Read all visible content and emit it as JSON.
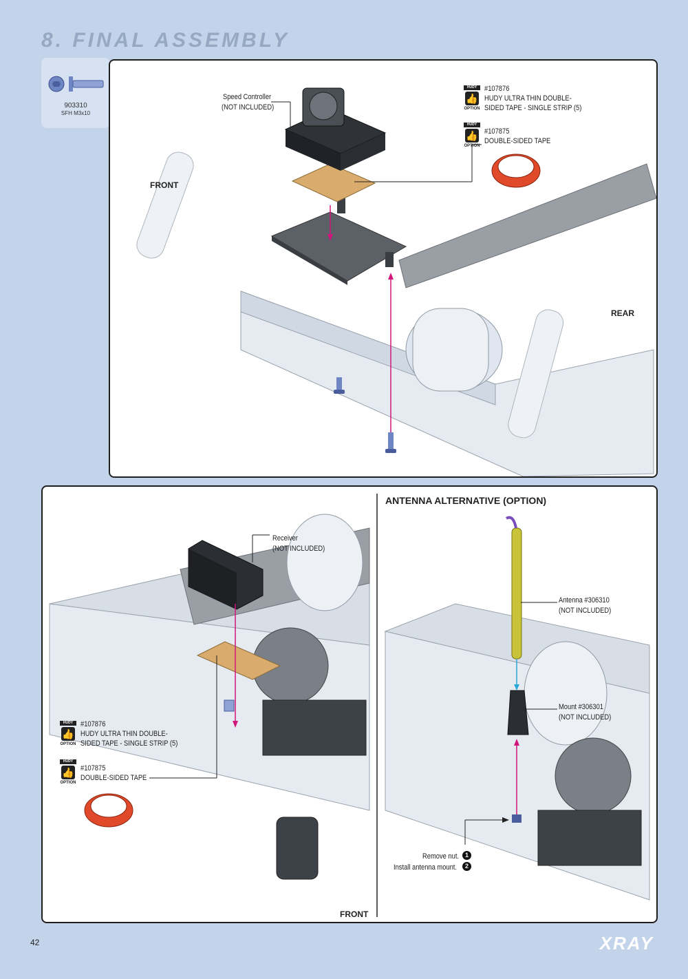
{
  "section_title": "8. FINAL ASSEMBLY",
  "part": {
    "code": "903310",
    "desc": "SFH M3x10"
  },
  "top_panel": {
    "speed_controller_label": [
      "Speed Controller",
      "(NOT INCLUDED)"
    ],
    "front_label": "FRONT",
    "rear_label": "REAR",
    "option1": {
      "badge_top": "HUDY",
      "badge_bottom": "OPTION",
      "lines": [
        "#107876",
        "HUDY ULTRA THIN DOUBLE-",
        "SIDED TAPE - SINGLE STRIP (5)"
      ]
    },
    "option2": {
      "badge_top": "HUDY",
      "badge_bottom": "OPTION",
      "lines": [
        "#107875",
        "DOUBLE-SIDED TAPE"
      ]
    }
  },
  "bottom_left": {
    "receiver_label": [
      "Receiver",
      "(NOT INCLUDED)"
    ],
    "front_label": "FRONT",
    "option1": {
      "badge_top": "HUDY",
      "badge_bottom": "OPTION",
      "lines": [
        "#107876",
        "HUDY ULTRA THIN DOUBLE-",
        "SIDED TAPE - SINGLE STRIP (5)"
      ]
    },
    "option2": {
      "badge_top": "HUDY",
      "badge_bottom": "OPTION",
      "lines": [
        "#107875",
        "DOUBLE-SIDED TAPE"
      ]
    }
  },
  "bottom_right": {
    "heading": "ANTENNA ALTERNATIVE (OPTION)",
    "antenna_label": [
      "Antenna #306310",
      "(NOT INCLUDED)"
    ],
    "mount_label": [
      "Mount #306301",
      "(NOT INCLUDED)"
    ],
    "step1": "Remove nut.",
    "step1_num": "1",
    "step2": "Install antenna mount.",
    "step2_num": "2"
  },
  "page_number": "42",
  "brand": "XRAY",
  "colors": {
    "background": "#c3d3ea",
    "arrow": "#d1157a",
    "tape": "#d9ab6c"
  }
}
